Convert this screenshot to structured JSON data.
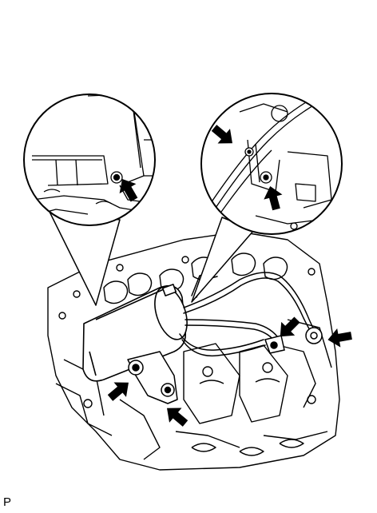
{
  "figure": {
    "corner_label": "P",
    "background": "#ffffff",
    "ink": "#000000",
    "callouts": [
      {
        "name": "left-detail-bolt-arrow",
        "icon": "arrow-icon"
      },
      {
        "name": "right-detail-bracket-arrow",
        "icon": "arrow-icon"
      },
      {
        "name": "right-detail-bolt-arrow",
        "icon": "arrow-icon"
      },
      {
        "name": "canister-bracket-left-arrow",
        "icon": "arrow-icon"
      },
      {
        "name": "canister-bracket-lower-arrow",
        "icon": "arrow-icon"
      },
      {
        "name": "hose-clamp-arrow",
        "icon": "arrow-icon"
      },
      {
        "name": "hose-connector-arrow",
        "icon": "arrow-icon"
      }
    ]
  }
}
